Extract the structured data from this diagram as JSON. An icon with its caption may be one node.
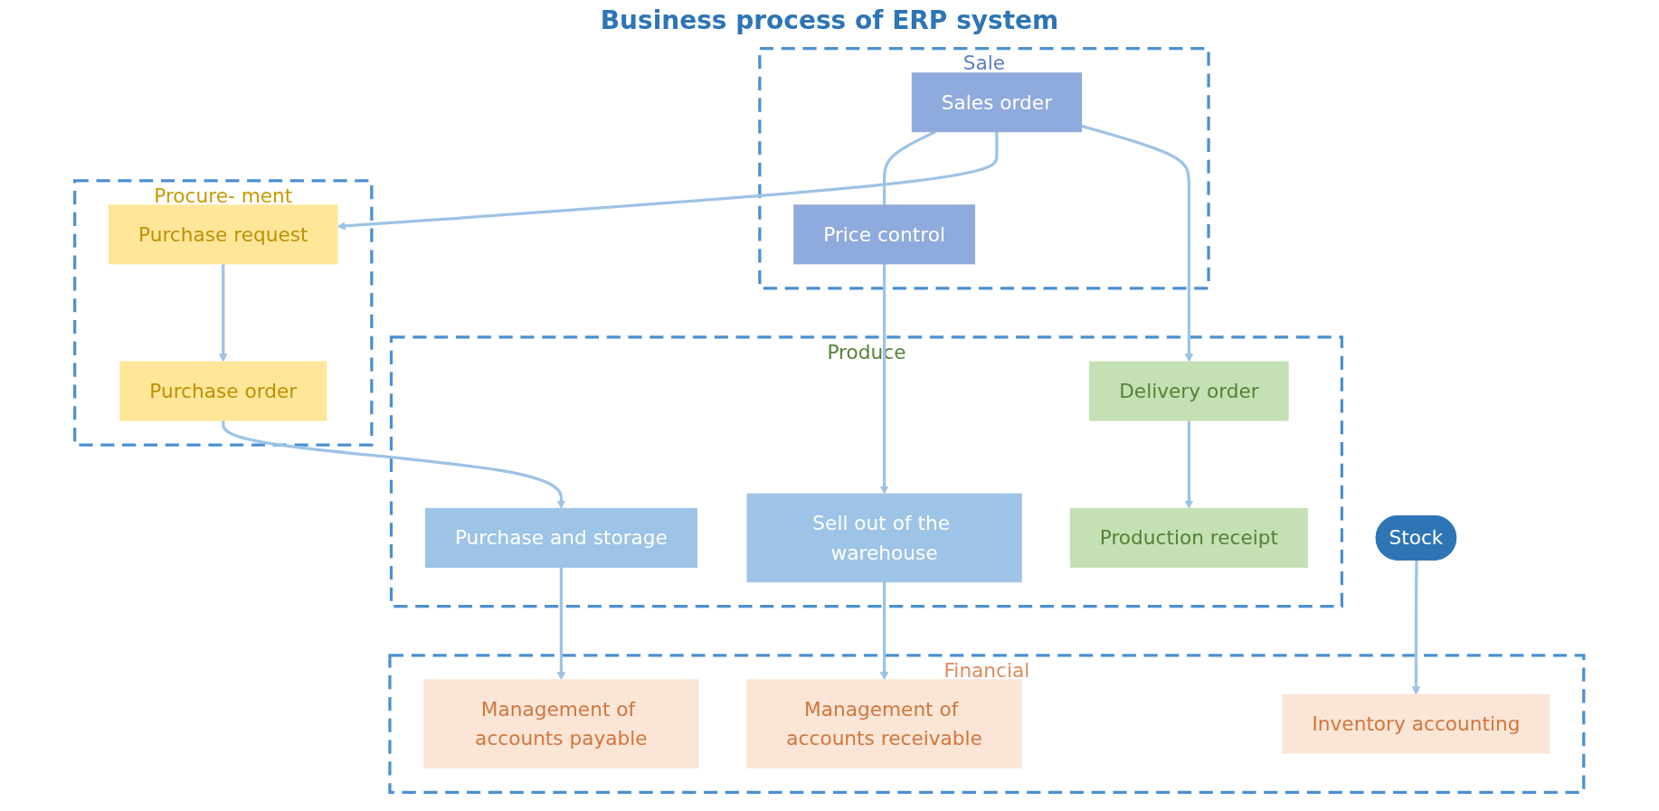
{
  "diagram": {
    "title": "Business process of ERP system",
    "nodes": [
      {
        "text": [
          "Sale"
        ]
      },
      {
        "text": [
          "Sales order"
        ],
        "in": 0
      },
      {
        "text": [
          "Price control"
        ],
        "in": 0
      },
      {
        "text": [
          "Procure- ment"
        ]
      },
      {
        "text": [
          "Purchase request"
        ],
        "in": 3
      },
      {
        "text": [
          "Purchase order"
        ],
        "in": 3
      },
      {
        "text": [
          "Produce"
        ]
      },
      {
        "text": [
          "Delivery order"
        ],
        "in": 6
      },
      {
        "text": [
          "Production receipt"
        ],
        "in": 6
      },
      {
        "text": [
          "Purchase and storage"
        ],
        "in": 6
      },
      {
        "text": [
          "Sell out of the warehouse"
        ],
        "in": 6
      },
      {
        "text": [
          "Stock"
        ]
      },
      {
        "text": [
          "Financial"
        ]
      },
      {
        "text": [
          "Management of accounts payable"
        ],
        "in": 12
      },
      {
        "text": [
          "Inventory accounting"
        ],
        "in": 12
      },
      {
        "text": [
          "Management of accounts receivable"
        ],
        "in": 12
      }
    ],
    "edges": [
      {
        "from": 1,
        "to": 2,
        "arrow": "none"
      },
      {
        "from": 2,
        "to": 10,
        "arrow": "to"
      },
      {
        "from": 1,
        "to": 4,
        "arrow": "to"
      },
      {
        "from": 1,
        "to": 7,
        "arrow": "to"
      },
      {
        "from": 7,
        "to": 8,
        "arrow": "to"
      },
      {
        "from": 4,
        "to": 5,
        "arrow": "to"
      },
      {
        "from": 5,
        "to": 9,
        "arrow": "to"
      },
      {
        "from": 9,
        "to": 13,
        "arrow": "to"
      },
      {
        "from": 11,
        "to": 14,
        "arrow": "to"
      },
      {
        "from": 10,
        "to": 15,
        "arrow": "to"
      }
    ]
  }
}
